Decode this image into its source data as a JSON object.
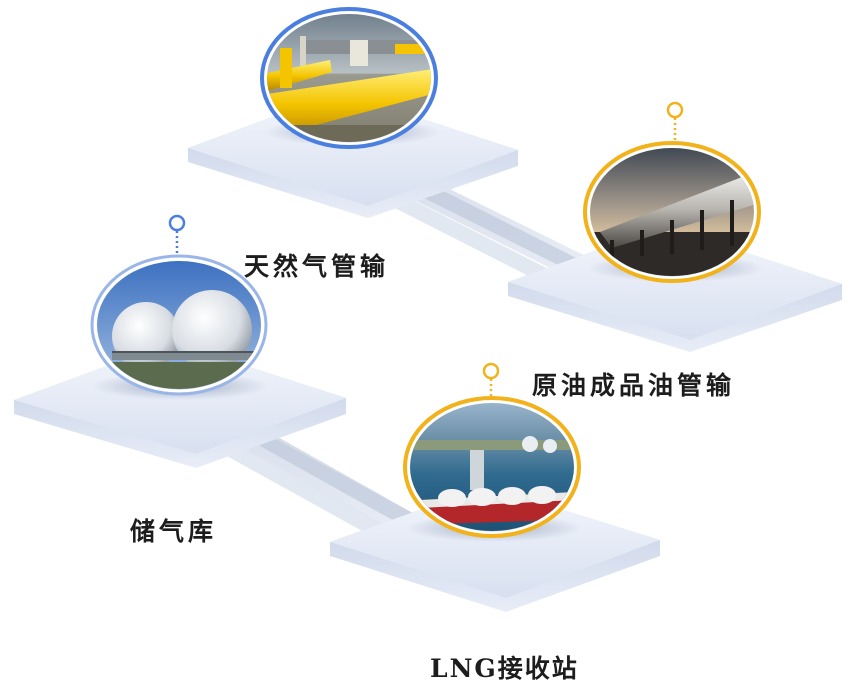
{
  "nodes": {
    "natural_gas": {
      "label": "天然气管输",
      "ring_color": "#4a7fe0"
    },
    "oil": {
      "label": "原油成品油管输",
      "ring_color": "#f2b21b"
    },
    "storage": {
      "label": "储气库",
      "ring_color": "#4a7fe0"
    },
    "lng": {
      "label": "LNG接收站",
      "ring_color": "#f2b21b"
    }
  },
  "colors": {
    "platform_top": "#e3e9f5",
    "platform_side": "#c6d1e6",
    "connector": "#c9d2e3",
    "blue_accent": "#4a7fe0",
    "yellow_accent": "#f2b21b"
  }
}
